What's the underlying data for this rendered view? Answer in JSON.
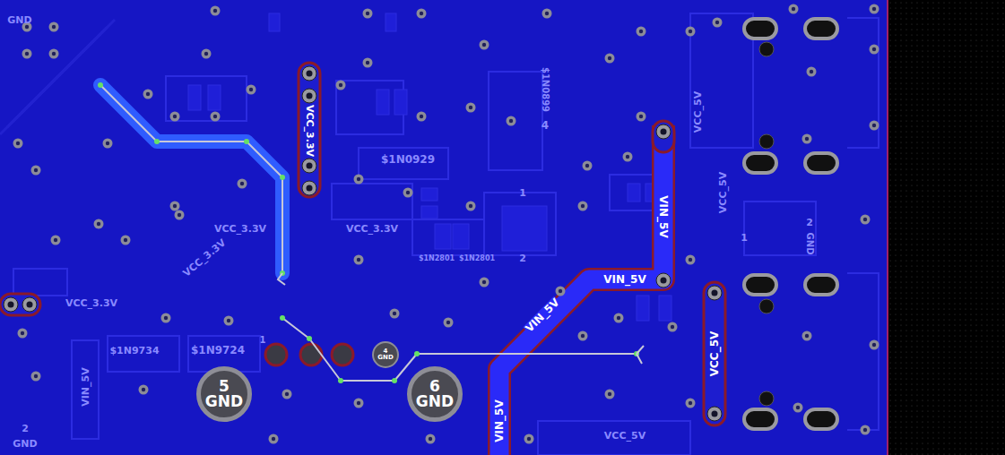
{
  "diagram": {
    "nodes": [
      {
        "text": [
          "5",
          "GND"
        ]
      },
      {
        "text": [
          "4",
          "GND"
        ]
      },
      {
        "text": [
          "6",
          "GND"
        ]
      }
    ],
    "labels": [
      "GND",
      "VCC_3.3V",
      "$1N0929",
      "$1N0899",
      "4",
      "1",
      "2",
      "$1N2801",
      "$1N2801",
      "VCC_3.3V",
      "VCC_3.3V",
      "VCC_3.3V",
      "VCC_3.3V",
      "VIN_5V",
      "VIN_5V",
      "VIN_5V",
      "VIN_5V",
      "VCC_5V",
      "VCC_5V",
      "VCC_5V",
      "$1N9724",
      "$1N9734",
      "1",
      "1",
      "2",
      "GND",
      "2",
      "GND",
      "VIN_5V",
      "VCC_5V"
    ]
  }
}
